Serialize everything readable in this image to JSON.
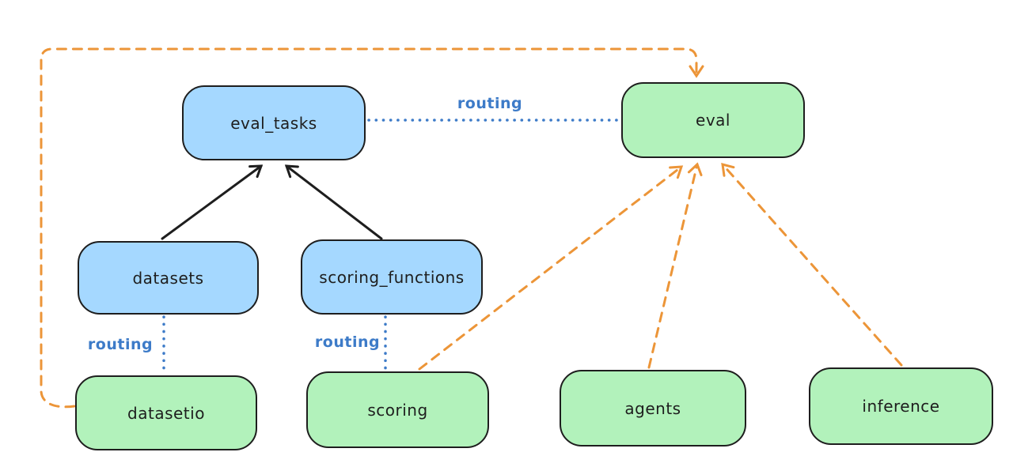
{
  "colors": {
    "node_blue_fill": "#a5d8ff",
    "node_green_fill": "#b2f2bb",
    "stroke": "#1e1e1e",
    "routing_blue": "#3d7bc8",
    "orange": "#ec9538"
  },
  "nodes": {
    "eval_tasks": {
      "label": "eval_tasks",
      "fill": "blue"
    },
    "eval": {
      "label": "eval",
      "fill": "green"
    },
    "datasets": {
      "label": "datasets",
      "fill": "blue"
    },
    "scoring_functions": {
      "label": "scoring_functions",
      "fill": "blue"
    },
    "datasetio": {
      "label": "datasetio",
      "fill": "green"
    },
    "scoring": {
      "label": "scoring",
      "fill": "green"
    },
    "agents": {
      "label": "agents",
      "fill": "green"
    },
    "inference": {
      "label": "inference",
      "fill": "green"
    }
  },
  "edges": {
    "datasets_to_eval_tasks": {
      "from": "datasets",
      "to": "eval_tasks",
      "style": "solid-black-arrow"
    },
    "scoring_functions_to_eval_tasks": {
      "from": "scoring_functions",
      "to": "eval_tasks",
      "style": "solid-black-arrow"
    },
    "eval_tasks_eval_routing": {
      "from": "eval_tasks",
      "to": "eval",
      "style": "dotted-blue",
      "label": "routing"
    },
    "datasets_datasetio_routing": {
      "from": "datasets",
      "to": "datasetio",
      "style": "dotted-blue",
      "label": "routing"
    },
    "scoring_functions_scoring_routing": {
      "from": "scoring_functions",
      "to": "scoring",
      "style": "dotted-blue",
      "label": "routing"
    },
    "datasetio_to_eval": {
      "from": "datasetio",
      "to": "eval",
      "style": "dashed-orange-arrow"
    },
    "scoring_to_eval": {
      "from": "scoring",
      "to": "eval",
      "style": "dashed-orange-arrow"
    },
    "agents_to_eval": {
      "from": "agents",
      "to": "eval",
      "style": "dashed-orange-arrow"
    },
    "inference_to_eval": {
      "from": "inference",
      "to": "eval",
      "style": "dashed-orange-arrow"
    }
  }
}
